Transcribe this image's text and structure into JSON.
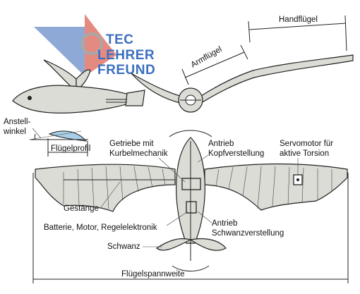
{
  "logo": {
    "line1": "TEC",
    "line2": "LEHRER",
    "line3": "FREUND",
    "colors": {
      "blue": "#3b6fc0",
      "red": "#d9453b",
      "gray": "#9a9a9a"
    }
  },
  "labels": {
    "armfluegel": "Armflügel",
    "handfluegel": "Handflügel",
    "anstell_line1": "Anstell-",
    "anstell_line2": "winkel",
    "fluegelprofil": "Flügelprofil",
    "getriebe_line1": "Getriebe mit",
    "getriebe_line2": "Kurbelmechanik",
    "antrieb_kopf_line1": "Antrieb",
    "antrieb_kopf_line2": "Kopfverstellung",
    "servo_line1": "Servomotor für",
    "servo_line2": "aktive Torsion",
    "gestaenge": "Gestänge",
    "batterie": "Batterie, Motor, Regelelektronik",
    "antrieb_schwanz_line1": "Antrieb",
    "antrieb_schwanz_line2": "Schwanzverstellung",
    "schwanz": "Schwanz",
    "spannweite": "Flügelspannweite"
  },
  "colors": {
    "body_fill": "#dcdcd6",
    "profile_fill": "#a9cfe8",
    "line": "#222222"
  }
}
